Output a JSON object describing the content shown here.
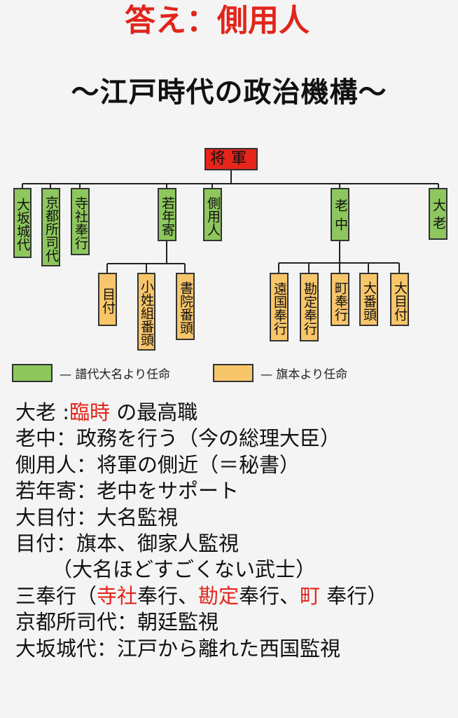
{
  "answer": "答え：側用人",
  "title": "〜江戸時代の政治機構〜",
  "colors": {
    "red": "#e8251a",
    "green": "#8dc75d",
    "orange": "#f8c66a",
    "text_red": "#e1251b"
  },
  "chart": {
    "root": "将軍",
    "level1": [
      "大坂城代",
      "京都所司代",
      "寺社奉行",
      "若年寄",
      "側用人",
      "老中",
      "大老"
    ],
    "wakadoshiyori_children": [
      "目付",
      "小姓組番頭",
      "書院番頭"
    ],
    "roju_children": [
      "遠国奉行",
      "勘定奉行",
      "町奉行",
      "大番頭",
      "大目付"
    ]
  },
  "legend": {
    "green": "— 譜代大名より任命",
    "orange": "— 旗本より任命"
  },
  "notes": [
    [
      {
        "t": "大老 :"
      },
      {
        "t": "臨時",
        "red": true
      },
      {
        "t": " の最高職"
      }
    ],
    [
      {
        "t": "老中：政務を行う（今の総理大臣）"
      }
    ],
    [
      {
        "t": "側用人：将軍の側近（＝秘書）"
      }
    ],
    [
      {
        "t": "若年寄：老中をサポート"
      }
    ],
    [
      {
        "t": "大目付：大名監視"
      }
    ],
    [
      {
        "t": "目付：旗本、御家人監視"
      }
    ],
    [
      {
        "t": "（大名ほどすごくない武士）",
        "indent": true
      }
    ],
    [
      {
        "t": "三奉行（"
      },
      {
        "t": "寺社",
        "red": true
      },
      {
        "t": "奉行、"
      },
      {
        "t": "勘定",
        "red": true
      },
      {
        "t": "奉行、"
      },
      {
        "t": "町",
        "red": true
      },
      {
        "t": " 奉行）"
      }
    ],
    [
      {
        "t": "京都所司代：朝廷監視"
      }
    ],
    [
      {
        "t": "大坂城代：江戸から離れた西国監視"
      }
    ]
  ]
}
